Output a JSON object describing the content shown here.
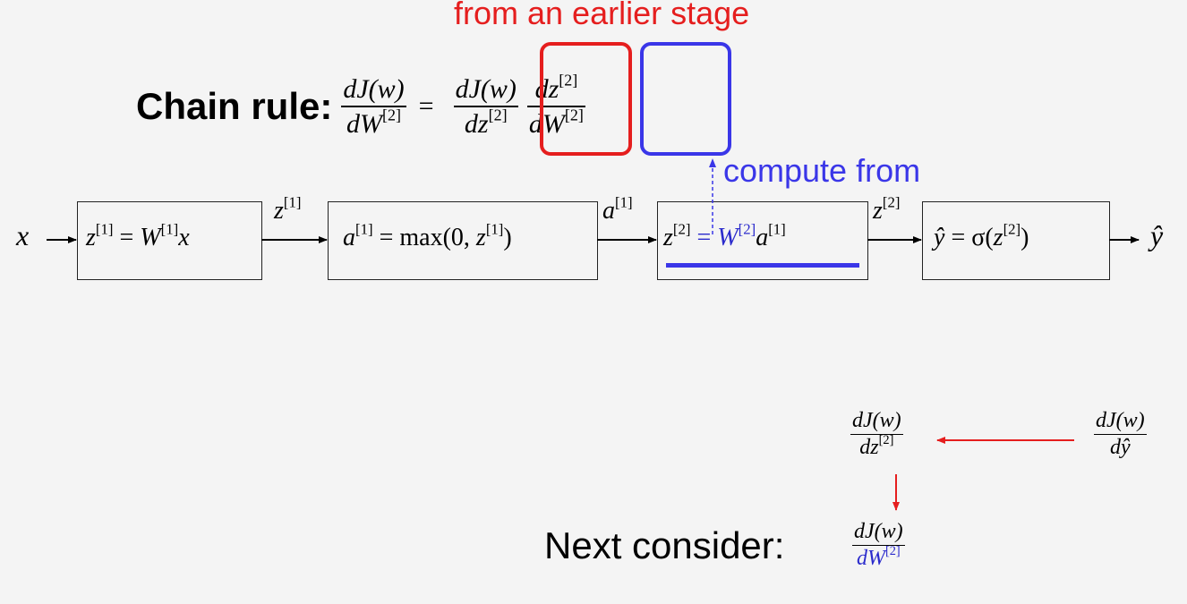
{
  "annotations": {
    "from_earlier": "from an earlier stage",
    "compute_from": "compute from",
    "chain_rule_label": "Chain rule:",
    "next_consider": "Next consider:"
  },
  "chain_rule": {
    "lhs_num": "dJ(w)",
    "lhs_den": "dW",
    "lhs_den_sup": "[2]",
    "equals": "=",
    "t1_num": "dJ(w)",
    "t1_den": "dz",
    "t1_den_sup": "[2]",
    "t2_num": "dz",
    "t2_num_sup": "[2]",
    "t2_den": "dW",
    "t2_den_sup": "[2]"
  },
  "pipeline": {
    "input": "x",
    "output": "ŷ",
    "block1": {
      "lhs": "z",
      "sup": "[1]",
      "eq": " = ",
      "rhs": "W",
      "rhs_sup": "[1]",
      "tail": "x"
    },
    "arrow1_label": {
      "base": "z",
      "sup": "[1]"
    },
    "block2": {
      "lhs": "a",
      "sup": "[1]",
      "eq": " = max(0, ",
      "rhs": "z",
      "rhs_sup": "[1]",
      "tail": ")"
    },
    "arrow2_label": {
      "base": "a",
      "sup": "[1]"
    },
    "block3": {
      "lhs": "z",
      "sup": "[2]",
      "eq": " = ",
      "rhs": "W",
      "rhs_sup": "[2]",
      "tail": "a",
      "tail_sup": "[1]"
    },
    "arrow3_label": {
      "base": "z",
      "sup": "[2]"
    },
    "block4": {
      "lhs": "ŷ",
      "eq": " = σ(",
      "rhs": "z",
      "rhs_sup": "[2]",
      "tail": ")"
    }
  },
  "lower": {
    "dz_num": "dJ(w)",
    "dz_den": "dz",
    "dz_den_sup": "[2]",
    "dyhat_num": "dJ(w)",
    "dyhat_den": "dŷ",
    "next_num": "dJ(w)",
    "next_den": "dW",
    "next_den_sup": "[2]"
  },
  "colors": {
    "red": "#e51e1e",
    "blue": "#2b2bcc",
    "box_red": "#e51e1e",
    "box_blue": "#3a36e8",
    "background": "#f4f4f4"
  }
}
